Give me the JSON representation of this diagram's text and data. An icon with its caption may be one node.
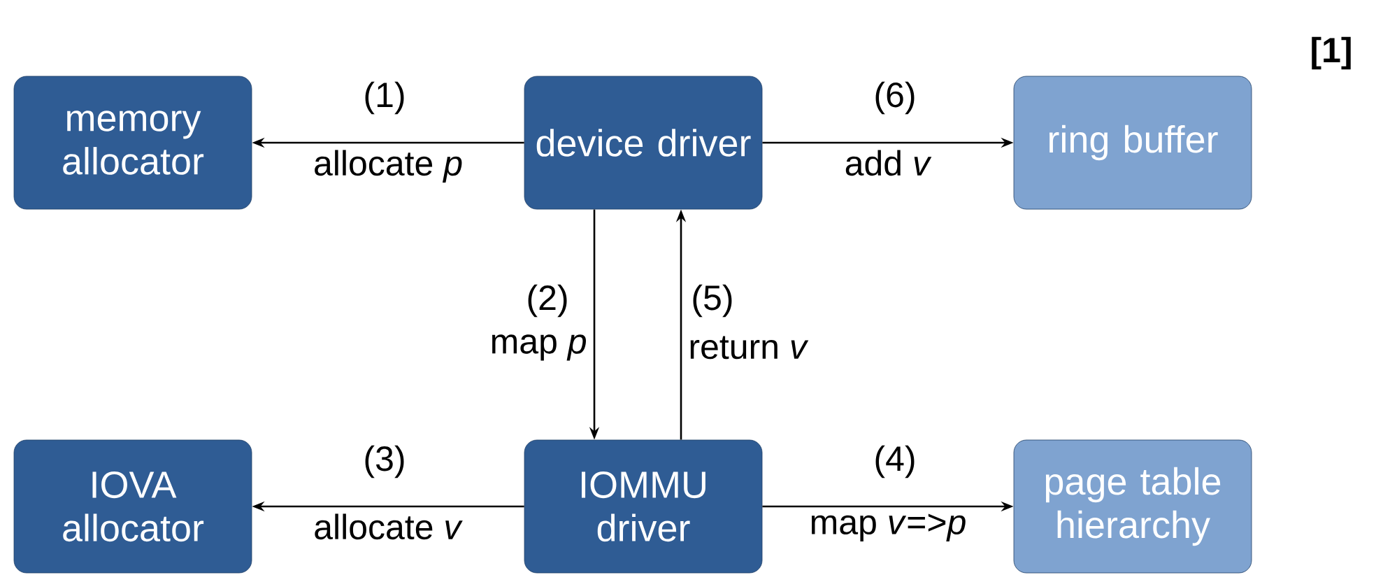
{
  "diagram": {
    "nodes": [
      {
        "text": [
          "memory allocator"
        ]
      },
      {
        "text": [
          "device driver"
        ]
      },
      {
        "text": [
          "ring buffer"
        ]
      },
      {
        "text": [
          "IOVA allocator"
        ]
      },
      {
        "text": [
          "IOMMU driver"
        ]
      },
      {
        "text": [
          "page table hierarchy"
        ]
      }
    ],
    "edges": [
      {
        "from": 1,
        "to": 0,
        "arrow": "to",
        "label": "allocate *p*"
      },
      {
        "from": 1,
        "to": 2,
        "arrow": "to",
        "label": "add *v*"
      },
      {
        "from": 1,
        "to": 4,
        "arrow": "to",
        "label": "map *p*"
      },
      {
        "from": 4,
        "to": 1,
        "arrow": "to",
        "label": "return *v*"
      },
      {
        "from": 4,
        "to": 3,
        "arrow": "to",
        "label": "allocate *v*"
      },
      {
        "from": 4,
        "to": 5,
        "arrow": "to",
        "label": "map *v*=>*p*"
      }
    ],
    "labels": [
      "[1]",
      "(1)",
      "(6)",
      "(2)",
      "(5)",
      "(3)",
      "(4)"
    ]
  }
}
